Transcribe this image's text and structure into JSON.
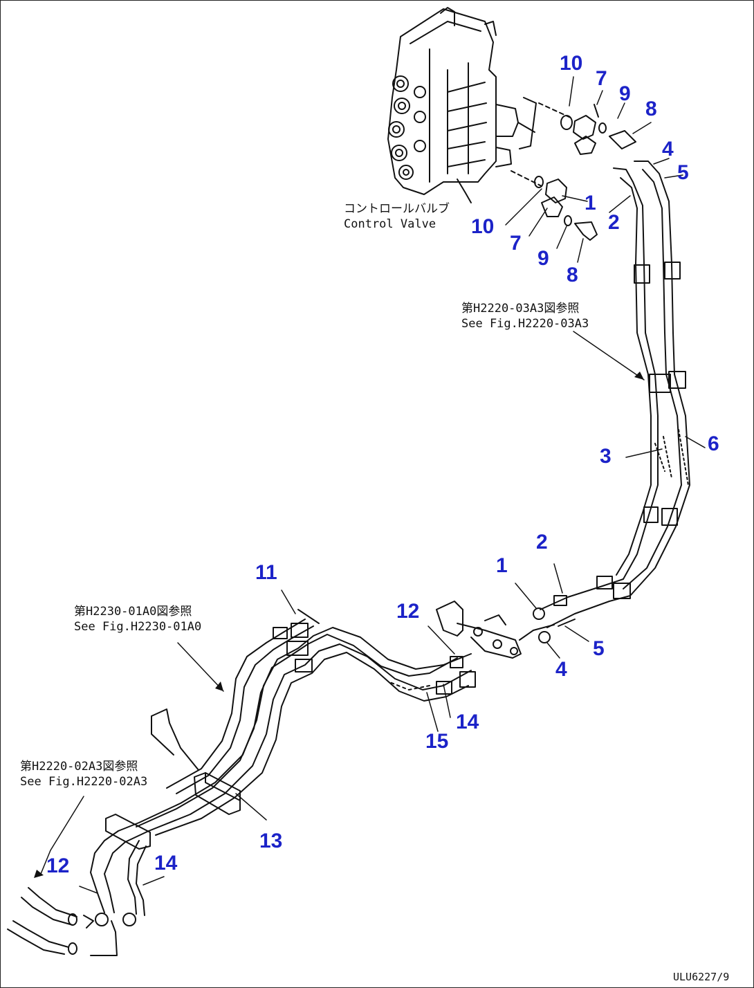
{
  "component": {
    "name_jp": "コントロールバルブ",
    "name_en": "Control Valve"
  },
  "references": [
    {
      "jp": "第H2220-03A3図参照",
      "en": "See Fig.H2220-03A3"
    },
    {
      "jp": "第H2230-01A0図参照",
      "en": "See Fig.H2230-01A0"
    },
    {
      "jp": "第H2220-02A3図参照",
      "en": "See Fig.H2220-02A3"
    }
  ],
  "callouts": [
    "10",
    "7",
    "9",
    "8",
    "4",
    "5",
    "1",
    "2",
    "10",
    "7",
    "9",
    "8",
    "3",
    "6",
    "2",
    "1",
    "12",
    "5",
    "4",
    "11",
    "14",
    "15",
    "13",
    "12",
    "14"
  ],
  "drawing_code": "ULU6227/9",
  "colors": {
    "callout": "#1c23c8",
    "line": "#111111"
  }
}
